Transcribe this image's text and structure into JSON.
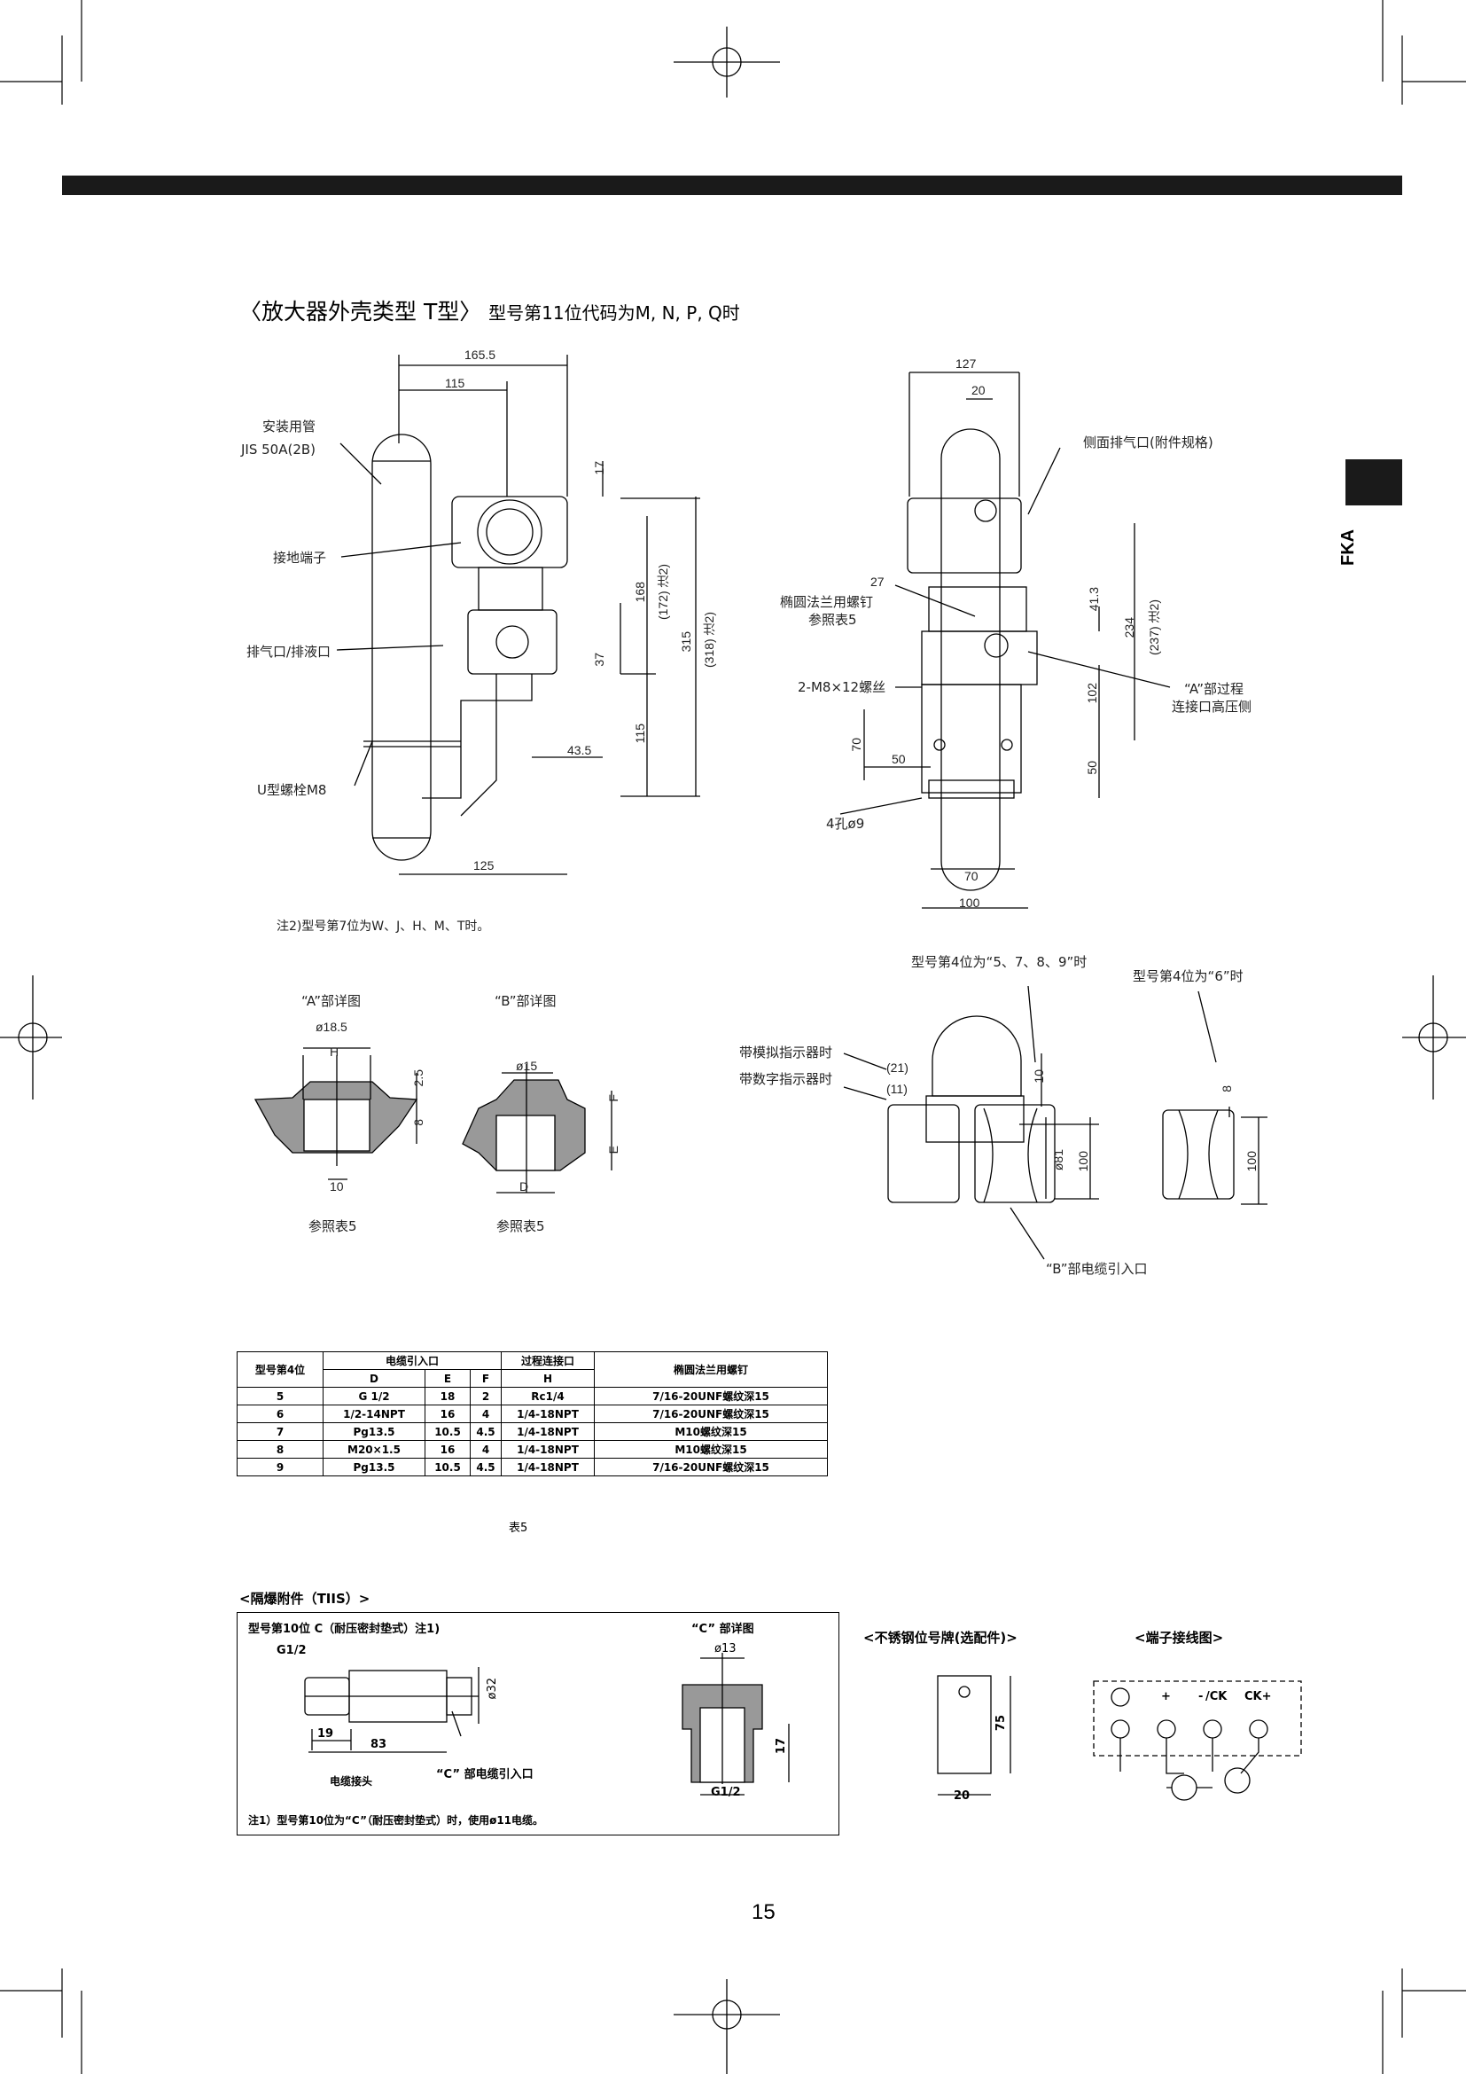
{
  "header": {
    "side_tab": "FKA"
  },
  "section_title": {
    "main": "〈放大器外壳类型 T型〉",
    "sub": "型号第11位代码为M, N, P, Q时"
  },
  "left_view": {
    "labels": {
      "pipe": "安装用管",
      "pipe_spec": "JIS 50A(2B)",
      "ground": "接地端子",
      "vent": "排气口/排液口",
      "ubolt": "U型螺栓M8"
    },
    "dims": {
      "d165": "165.5",
      "d115top": "115",
      "d17": "17",
      "d168": "168",
      "d172": "(172) 注2)",
      "d315": "315",
      "d318": "(318) 注2)",
      "d37": "37",
      "d435": "43.5",
      "d115": "115",
      "d125": "125"
    }
  },
  "right_view": {
    "labels": {
      "side_vent": "侧面排气口(附件规格)",
      "oval_bolt": "椭圆法兰用螺钉",
      "see_table": "参照表5",
      "bolt": "2-M8×12螺丝",
      "a_part": "“A”部过程",
      "a_part2": "连接口高压侧",
      "holes": "4孔ø9"
    },
    "dims": {
      "d127": "127",
      "d20": "20",
      "d27": "27",
      "d413": "41.3",
      "d234": "234",
      "d237": "(237) 注2)",
      "d102": "102",
      "d70v": "70",
      "d50h": "50",
      "d50v": "50",
      "d70h": "70",
      "d100": "100"
    }
  },
  "note2": "注2)型号第7位为W、J、H、M、T时。",
  "details": {
    "a_title": "“A”部详图",
    "b_title": "“B”部详图",
    "a_d185": "ø18.5",
    "a_H": "H",
    "a_25": "2.5",
    "a_8": "8",
    "a_10": "10",
    "a_ref": "参照表5",
    "b_d15": "ø15",
    "b_F": "F",
    "b_E": "E",
    "b_D": "D",
    "b_ref": "参照表5"
  },
  "indicator_view": {
    "code_a": "型号第4位为“5、7、8、9”时",
    "code_b": "型号第4位为“6”时",
    "analog": "带模拟指示器时",
    "digital": "带数字指示器时",
    "d21": "(21)",
    "d11": "(11)",
    "d10": "10",
    "d81": "ø81",
    "d100": "100",
    "d8": "8",
    "d100b": "100",
    "b_cable": "“B”部电缆引入口"
  },
  "table5": {
    "caption": "表5",
    "head": {
      "code": "型号第4位",
      "cable": "电缆引入口",
      "process": "过程连接口",
      "bolt": "椭圆法兰用螺钉",
      "D": "D",
      "E": "E",
      "F": "F",
      "H": "H"
    },
    "rows": [
      [
        "5",
        "G 1/2",
        "18",
        "2",
        "Rc1/4",
        "7/16-20UNF螺纹深15"
      ],
      [
        "6",
        "1/2-14NPT",
        "16",
        "4",
        "1/4-18NPT",
        "7/16-20UNF螺纹深15"
      ],
      [
        "7",
        "Pg13.5",
        "10.5",
        "4.5",
        "1/4-18NPT",
        "M10螺纹深15"
      ],
      [
        "8",
        "M20×1.5",
        "16",
        "4",
        "1/4-18NPT",
        "M10螺纹深15"
      ],
      [
        "9",
        "Pg13.5",
        "10.5",
        "4.5",
        "1/4-18NPT",
        "7/16-20UNF螺纹深15"
      ]
    ]
  },
  "tiis": {
    "title": "<隔爆附件（TIIS）>",
    "subtitle": "型号第10位 C（耐压密封垫式）注1)",
    "g12": "G1/2",
    "d32": "ø32",
    "d19": "19",
    "d83": "83",
    "cable_head": "电缆接头",
    "c_entry": "“C” 部电缆引入口",
    "c_detail": "“C” 部详图",
    "d13": "ø13",
    "d17": "17",
    "g12b": "G1/2",
    "note1": "注1）型号第10位为“C”（耐压密封垫式）时，使用ø11电缆。"
  },
  "tag_plate": {
    "title": "<不锈钢位号牌(选配件)>",
    "d75": "75",
    "d20": "20"
  },
  "terminal": {
    "title": "<端子接线图>",
    "plus": "+",
    "minus": "-",
    "ck_minus": "/CK",
    "ck_plus": "CK+"
  },
  "page_number": "15"
}
